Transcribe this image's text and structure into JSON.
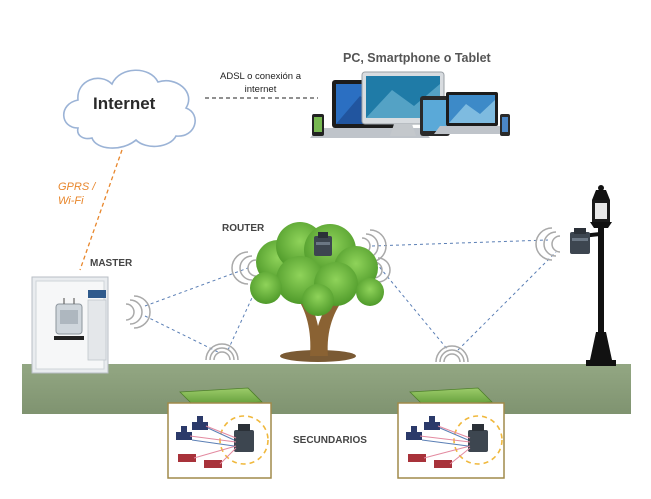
{
  "labels": {
    "internet": "Internet",
    "adsl_line1": "ADSL o conexión a",
    "adsl_line2": "internet",
    "devices": "PC, Smartphone o Tablet",
    "gprs_line1": "GPRS /",
    "gprs_line2": "Wi-Fi",
    "router": "ROUTER",
    "master": "MASTER",
    "secundarios": "SECUNDARIOS"
  },
  "colors": {
    "ground": "#8da17d",
    "ground_dark": "#7a8d6c",
    "link": "#5b7fb5",
    "gprs_link": "#e8862b",
    "tree_leaves": "#6cb33c",
    "tree_trunk": "#8a6233",
    "pad": "#7bb04a",
    "sensor_box_border": "#a08a4a",
    "secondary_ring": "#f0b83c"
  },
  "icons": {
    "cloud": "cloud-icon",
    "devices": "devices-icon",
    "master_box": "master-cabinet-icon",
    "router": "router-node-icon",
    "streetlamp": "streetlamp-icon",
    "wifi": "wifi-signal-icon",
    "valve": "valve-icon",
    "secondary_node": "secondary-node-icon"
  }
}
